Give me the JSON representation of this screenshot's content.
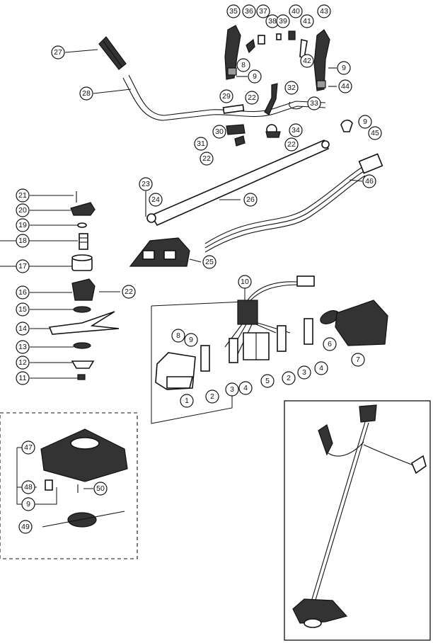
{
  "diagram": {
    "callouts": [
      {
        "id": "c27",
        "label": "27"
      },
      {
        "id": "c28",
        "label": "28"
      },
      {
        "id": "c35",
        "label": "35"
      },
      {
        "id": "c36",
        "label": "36"
      },
      {
        "id": "c37",
        "label": "37"
      },
      {
        "id": "c38",
        "label": "38"
      },
      {
        "id": "c39",
        "label": "39"
      },
      {
        "id": "c40",
        "label": "40"
      },
      {
        "id": "c41",
        "label": "41"
      },
      {
        "id": "c42",
        "label": "42"
      },
      {
        "id": "c43",
        "label": "43"
      },
      {
        "id": "c9a",
        "label": "9"
      },
      {
        "id": "c8a",
        "label": "8"
      },
      {
        "id": "c9b",
        "label": "9"
      },
      {
        "id": "c44",
        "label": "44"
      },
      {
        "id": "c29",
        "label": "29"
      },
      {
        "id": "c22a",
        "label": "22"
      },
      {
        "id": "c32",
        "label": "32"
      },
      {
        "id": "c33",
        "label": "33"
      },
      {
        "id": "c30",
        "label": "30"
      },
      {
        "id": "c34",
        "label": "34"
      },
      {
        "id": "c9c",
        "label": "9"
      },
      {
        "id": "c45",
        "label": "45"
      },
      {
        "id": "c31",
        "label": "31"
      },
      {
        "id": "c22b",
        "label": "22"
      },
      {
        "id": "c22c",
        "label": "22"
      },
      {
        "id": "c46",
        "label": "46"
      },
      {
        "id": "c23",
        "label": "23"
      },
      {
        "id": "c24",
        "label": "24"
      },
      {
        "id": "c26",
        "label": "26"
      },
      {
        "id": "c21",
        "label": "21"
      },
      {
        "id": "c20",
        "label": "20"
      },
      {
        "id": "c19",
        "label": "19"
      },
      {
        "id": "c18",
        "label": "18"
      },
      {
        "id": "c25",
        "label": "25"
      },
      {
        "id": "c17",
        "label": "17"
      },
      {
        "id": "c10",
        "label": "10"
      },
      {
        "id": "c16",
        "label": "16"
      },
      {
        "id": "c22d",
        "label": "22"
      },
      {
        "id": "c15",
        "label": "15"
      },
      {
        "id": "c14",
        "label": "14"
      },
      {
        "id": "c8b",
        "label": "8"
      },
      {
        "id": "c9d",
        "label": "9"
      },
      {
        "id": "c13",
        "label": "13"
      },
      {
        "id": "c6",
        "label": "6"
      },
      {
        "id": "c7",
        "label": "7"
      },
      {
        "id": "c12",
        "label": "12"
      },
      {
        "id": "c2a",
        "label": "2"
      },
      {
        "id": "c4a",
        "label": "4"
      },
      {
        "id": "c5",
        "label": "5"
      },
      {
        "id": "c2b",
        "label": "2"
      },
      {
        "id": "c3a",
        "label": "3"
      },
      {
        "id": "c4b",
        "label": "4"
      },
      {
        "id": "c11",
        "label": "11"
      },
      {
        "id": "c3b",
        "label": "3"
      },
      {
        "id": "c1",
        "label": "1"
      },
      {
        "id": "c47",
        "label": "47"
      },
      {
        "id": "c48",
        "label": "48"
      },
      {
        "id": "c50",
        "label": "50"
      },
      {
        "id": "c9e",
        "label": "9"
      },
      {
        "id": "c49",
        "label": "49"
      }
    ]
  }
}
